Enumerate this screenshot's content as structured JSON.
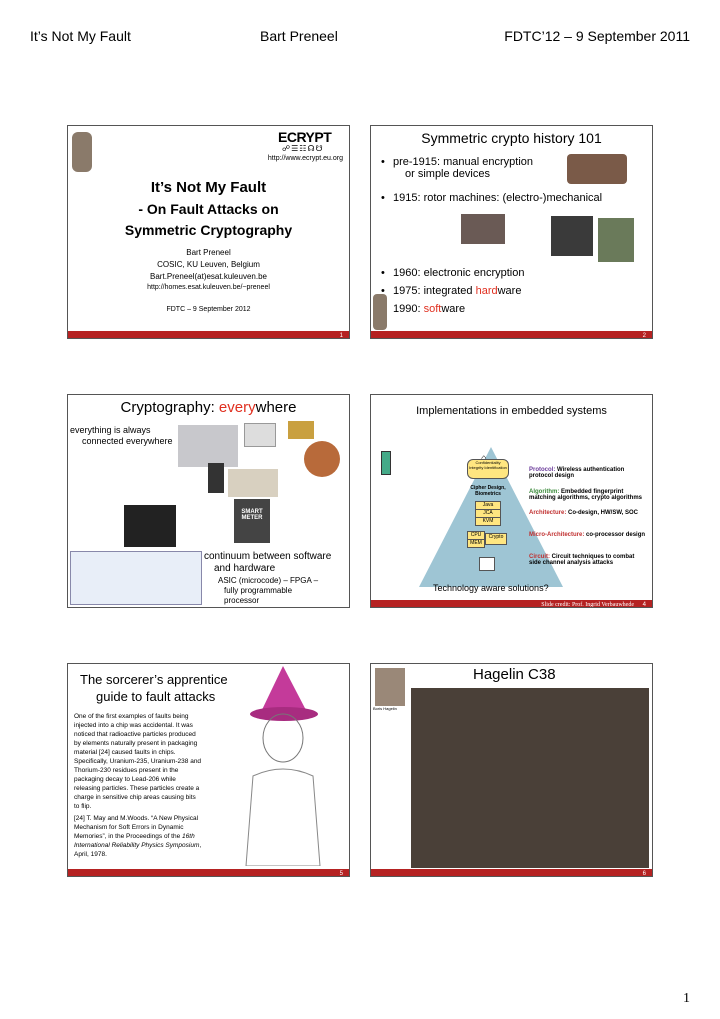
{
  "header": {
    "left": "It’s Not My Fault",
    "center": "Bart Preneel",
    "right": "FDTC’12 – 9 September 2011"
  },
  "slide1": {
    "logo": "ECRYPT",
    "url": "http://www.ecrypt.eu.org",
    "title1": "It’s Not My Fault",
    "title2": "- On Fault Attacks on",
    "title3": "Symmetric Cryptography",
    "author": "Bart Preneel",
    "affil": "COSIC, KU Leuven, Belgium",
    "email": "Bart.Preneel(at)esat.kuleuven.be",
    "homepage": "http://homes.esat.kuleuven.be/~preneel",
    "event": "FDTC – 9 September 2012",
    "num": "1"
  },
  "slide2": {
    "title": "Symmetric crypto history 101",
    "b1a": "pre-1915: manual encryption",
    "b1b": "or simple devices",
    "b2": "1915: rotor machines: (electro-)mechanical",
    "b3": "1960: electronic encryption",
    "b4pre": "1975: integrated ",
    "b4red": "hard",
    "b4post": "ware",
    "b5pre": "1990: ",
    "b5red": "soft",
    "b5post": "ware",
    "num": "2"
  },
  "slide3": {
    "title_pre": "Cryptography: ",
    "title_red": "every",
    "title_post": "where",
    "line1": "everything is always",
    "line2": "connected everywhere",
    "c1": "continuum between software",
    "c2": "and hardware",
    "c3": "ASIC (microcode) – FPGA –",
    "c4": "fully programmable",
    "c5": "processor",
    "smart_meter": "SMART METER"
  },
  "slide4": {
    "title": "Implementations in embedded systems",
    "tri_top": "Confidentiality Integrity Identification",
    "tri_mid": "Cipher Design, Biometrics",
    "java": "Java",
    "jca": "JCA",
    "kvm": "KVM",
    "cpu": "CPU",
    "mem": "MEM",
    "crypto": "Crypto",
    "protocol_k": "Protocol:",
    "protocol_v": "Wireless authentication protocol design",
    "algo_k": "Algorithm:",
    "algo_v": "Embedded fingerprint matching algorithms, crypto algorithms",
    "arch_k": "Architecture:",
    "arch_v": "Co-design, HW/SW, SOC",
    "micro_k": "Micro-Architecture:",
    "micro_v": "co-processor design",
    "circuit_k": "Circuit:",
    "circuit_v": "Circuit techniques to combat side channel analysis attacks",
    "question": "Technology aware solutions?",
    "credit": "Slide credit: Prof. Ingrid Verbauwhede",
    "num": "4"
  },
  "slide5": {
    "title1": "The sorcerer’s apprentice",
    "title2": "guide to fault attacks",
    "body": "One of the first examples of faults being injected into a chip was accidental. It was noticed that radioactive particles produced by elements naturally present in packaging material [24] caused faults in chips. Specifically, Uranium-235, Uranium-238 and Thorium-230 residues present in the packaging decay to Lead-206 while releasing  particles. These particles create a charge in sensitive chip areas causing bits to flip.",
    "ref_pre": "[24] T. May and M.Woods. “A New Physical Mechanism for Soft Errors in Dynamic Memories”, in the Proceedings of the ",
    "ref_it": "16th International Reliability Physics Symposium",
    "ref_post": ", April, 1978.",
    "num": "5"
  },
  "slide6": {
    "title": "Hagelin C38",
    "portrait_caption": "Boris Hagelin",
    "num": "6"
  },
  "page_number": "1"
}
